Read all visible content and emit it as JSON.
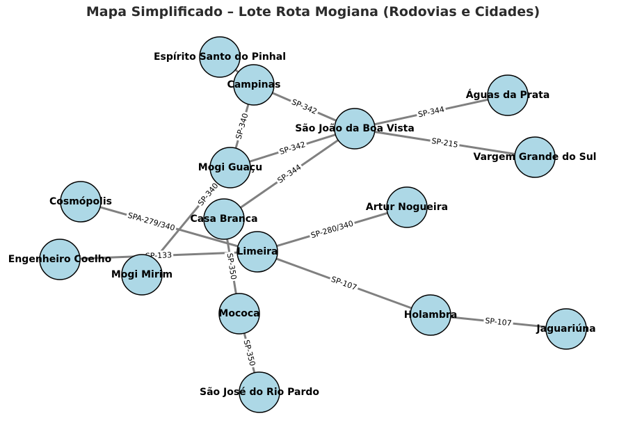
{
  "title": "Mapa Simplificado – Lote Rota Mogiana (Rodovias e Cidades)",
  "colors": {
    "node_fill": "#add8e6",
    "edge": "#808080"
  },
  "nodes": [
    "Espírito Santo do Pinhal",
    "Campinas",
    "São João da Boa Vista",
    "Águas da Prata",
    "Vargem Grande do Sul",
    "Mogi Guaçu",
    "Cosmópolis",
    "Casa Branca",
    "Artur Nogueira",
    "Limeira",
    "Engenheiro Coelho",
    "Mogi Mirim",
    "Mococa",
    "Holambra",
    "Jaguariúna",
    "São José do Rio Pardo"
  ],
  "edges": [
    {
      "from": "Espírito Santo do Pinhal",
      "to": "Campinas",
      "label": ""
    },
    {
      "from": "Campinas",
      "to": "São João da Boa Vista",
      "label": "SP-342"
    },
    {
      "from": "Campinas",
      "to": "Mogi Guaçu",
      "label": "SP-340"
    },
    {
      "from": "São João da Boa Vista",
      "to": "Águas da Prata",
      "label": "SP-344"
    },
    {
      "from": "São João da Boa Vista",
      "to": "Vargem Grande do Sul",
      "label": "SP-215"
    },
    {
      "from": "Mogi Guaçu",
      "to": "São João da Boa Vista",
      "label": "SP-342"
    },
    {
      "from": "Casa Branca",
      "to": "São João da Boa Vista",
      "label": "SP-344"
    },
    {
      "from": "Mogi Mirim",
      "to": "Mogi Guaçu",
      "label": "SP-340"
    },
    {
      "from": "Cosmópolis",
      "to": "Limeira",
      "label": "SPA-279/340"
    },
    {
      "from": "Engenheiro Coelho",
      "to": "Limeira",
      "label": "SP-133"
    },
    {
      "from": "Limeira",
      "to": "Artur Nogueira",
      "label": "SP-280/340"
    },
    {
      "from": "Limeira",
      "to": "Holambra",
      "label": "SP-107"
    },
    {
      "from": "Holambra",
      "to": "Jaguariúna",
      "label": "SP-107"
    },
    {
      "from": "Casa Branca",
      "to": "Mococa",
      "label": "SP-350"
    },
    {
      "from": "Mococa",
      "to": "São José do Rio Pardo",
      "label": "SP-350"
    }
  ]
}
